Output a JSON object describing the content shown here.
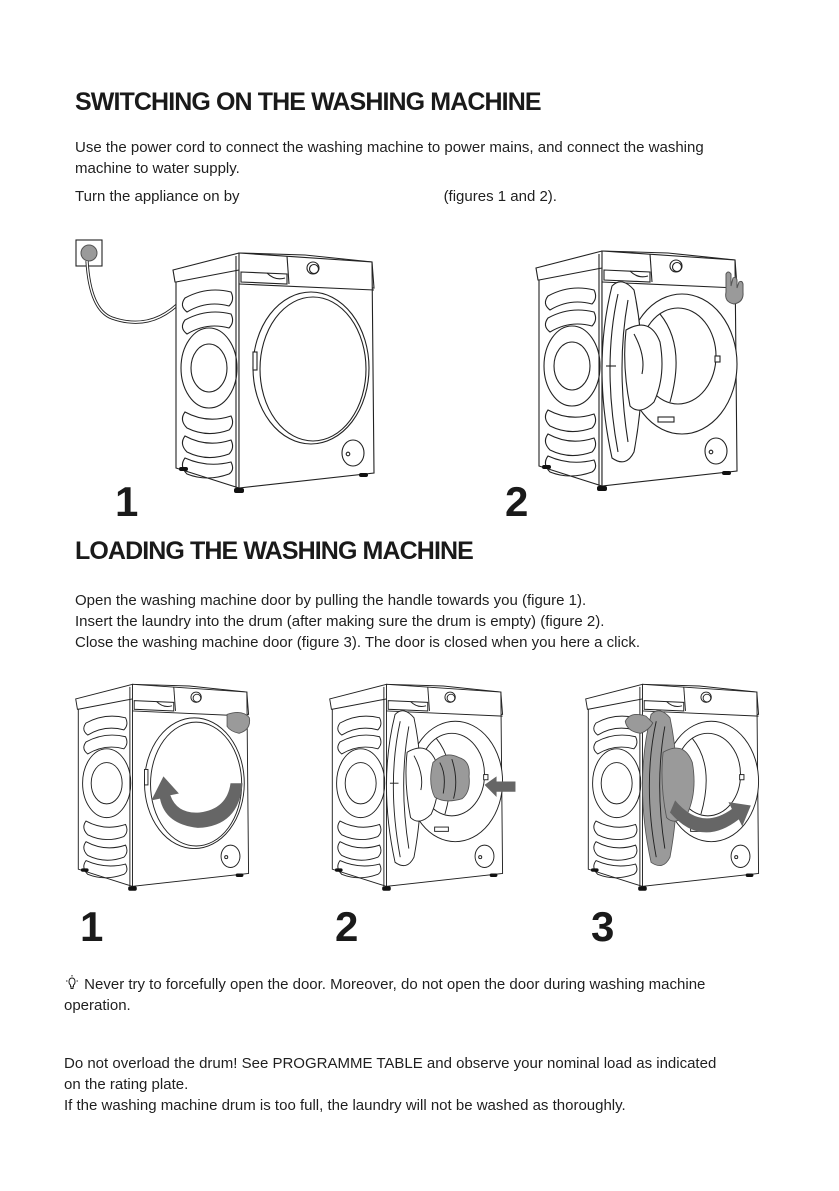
{
  "section1": {
    "title": "SWITCHING ON THE WASHING MACHINE",
    "para1_line1": "Use the power cord to connect the washing machine to power mains, and connect the washing",
    "para1_line2": "machine to water supply.",
    "para2_start": "Turn the appliance on by",
    "para2_end": "(figures 1 and 2).",
    "figures": [
      {
        "label": "1",
        "description": "Washing machine plugged into wall socket via power cord",
        "icons": [
          "power-socket-icon",
          "power-cord-icon"
        ]
      },
      {
        "label": "2",
        "description": "Washing machine with door open, hand pressing power button",
        "icons": [
          "hand-pointer-icon"
        ]
      }
    ]
  },
  "section2": {
    "title": "LOADING THE WASHING MACHINE",
    "lines": [
      "Open the washing machine door by pulling the handle towards you (figure 1).",
      "Insert the laundry into the drum (after making sure the drum is empty) (figure 2).",
      "Close the washing machine door (figure 3). The door is closed when you here a click."
    ],
    "figures": [
      {
        "label": "1",
        "description": "Hand pulling door handle, curved arrow indicating opening",
        "icons": [
          "hand-icon",
          "curved-arrow-icon"
        ]
      },
      {
        "label": "2",
        "description": "Laundry being inserted into drum, arrow pointing into drum",
        "icons": [
          "laundry-icon",
          "arrow-left-icon"
        ]
      },
      {
        "label": "3",
        "description": "Hand closing door, curved arrow indicating closing",
        "icons": [
          "hand-icon",
          "curved-arrow-icon"
        ]
      }
    ]
  },
  "notes": {
    "tip_icon": "lightbulb-icon",
    "tip_line1": "Never try to forcefully open the door. Moreover, do not open the door during washing machine",
    "tip_line2": "operation.",
    "overload_line1": "Do not overload the drum! See PROGRAMME TABLE and observe your nominal load as indicated",
    "overload_line2": "on the rating plate.",
    "overload_line3": "If the washing machine drum is too full, the laundry will not be washed as thoroughly."
  },
  "colors": {
    "text": "#1a1a1a",
    "illustration_fill": "#9a9a9a",
    "arrow": "#666666"
  }
}
